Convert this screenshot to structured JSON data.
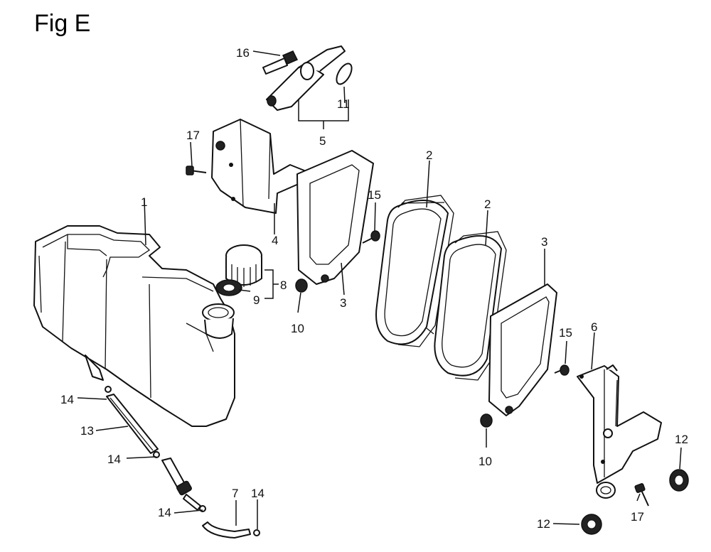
{
  "figure": {
    "title": "Fig E"
  },
  "callouts": {
    "c1": "1",
    "c2a": "2",
    "c2b": "2",
    "c3a": "3",
    "c3b": "3",
    "c4": "4",
    "c5": "5",
    "c6": "6",
    "c7": "7",
    "c8": "8",
    "c9": "9",
    "c10a": "10",
    "c10b": "10",
    "c11": "11",
    "c12a": "12",
    "c12b": "12",
    "c13": "13",
    "c14a": "14",
    "c14b": "14",
    "c14c": "14",
    "c14d": "14",
    "c15a": "15",
    "c15b": "15",
    "c16": "16",
    "c17a": "17",
    "c17b": "17"
  }
}
